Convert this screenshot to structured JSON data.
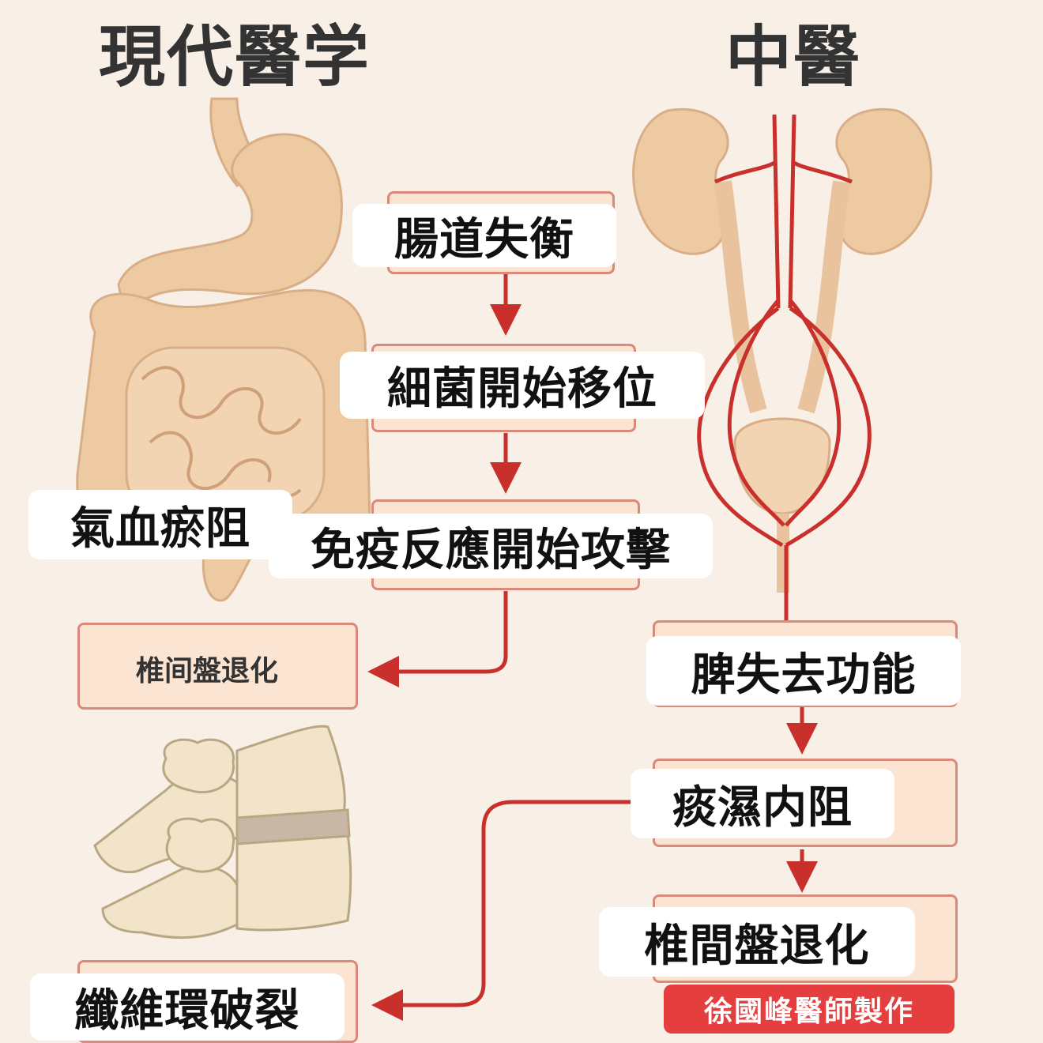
{
  "headings": {
    "left": "現代醫学",
    "right": "中醫"
  },
  "left_flow": {
    "step1": "腸道失衡",
    "step2": "細菌開始移位",
    "step3": "免疫反應開始攻擊",
    "step4": "椎间盤退化",
    "step5": "纖維環破裂"
  },
  "overlay_label": "氣血瘀阻",
  "right_flow": {
    "step1": "脾失去功能",
    "step2": "痰濕内阻",
    "step3": "椎間盤退化"
  },
  "credit": "徐國峰醫師製作",
  "colors": {
    "background": "#f8efe6",
    "box_fill": "#fbe5d2",
    "box_border": "#d98a7a",
    "arrow": "#c9302c",
    "organ": "#eecaa2",
    "credit_bg": "#e53e3e"
  },
  "illustrations": [
    "digestive-tract",
    "kidneys-urinary-system",
    "spine-vertebrae"
  ]
}
